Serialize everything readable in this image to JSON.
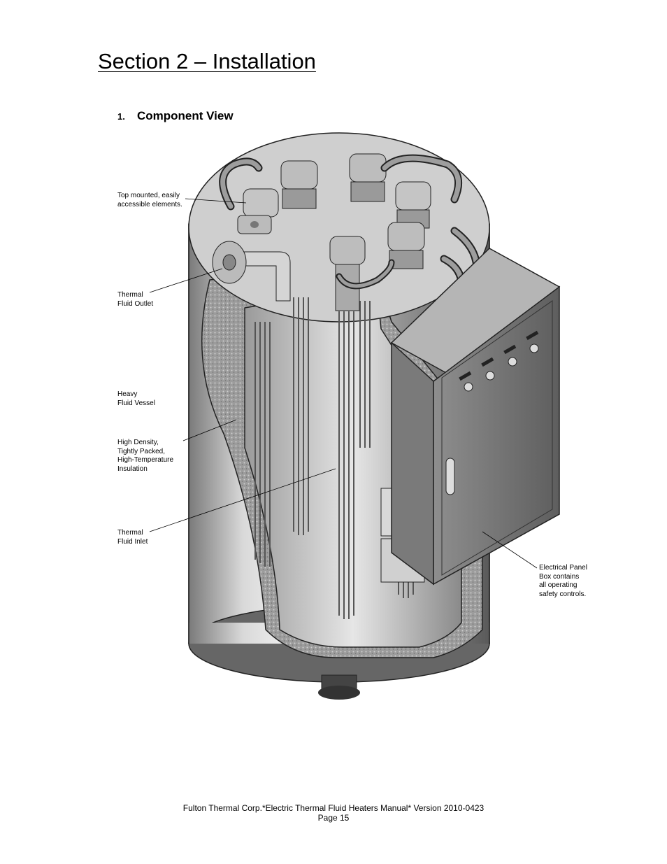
{
  "section_title": "Section 2 – Installation",
  "subheading": {
    "number": "1.",
    "text": "Component View"
  },
  "callouts": {
    "top_elements": "Top mounted, easily\naccessible elements.",
    "fluid_outlet": "Thermal\nFluid Outlet",
    "fluid_vessel": "Heavy\nFluid Vessel",
    "insulation": "High Density,\nTightly Packed,\nHigh-Temperature\nInsulation",
    "fluid_inlet": "Thermal\nFluid Inlet",
    "electrical_panel": "Electrical Panel\nBox contains\nall operating\nsafety controls."
  },
  "footer": {
    "line1": "Fulton Thermal Corp.*Electric Thermal Fluid Heaters Manual* Version 2010-0423",
    "line2": "Page 15"
  }
}
